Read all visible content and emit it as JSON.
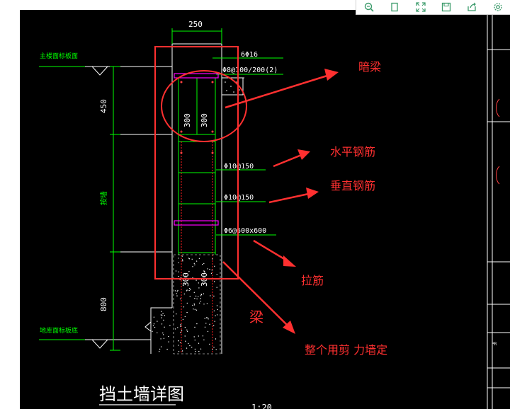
{
  "toolbar": {
    "icons": [
      "zoom-icon",
      "fit-page-icon",
      "fullscreen-icon",
      "save-icon",
      "share-icon",
      "gear-icon"
    ]
  },
  "drawing": {
    "dimensions": {
      "top_width": "250",
      "left_upper": "450",
      "left_middle": "按墙",
      "left_lower": "800",
      "beam_inner_left": "300",
      "beam_inner_right": "300",
      "lower_inner_left": "300",
      "lower_inner_right": "300"
    },
    "labels": {
      "top_floor": "主楼面标板面",
      "bottom_floor": "地库面标板底",
      "rebar_top": "6Φ16",
      "rebar_stirrup": "Φ8@100/200(2)",
      "rebar_horizontal": "Φ10@150",
      "rebar_vertical": "Φ10@150",
      "rebar_tie": "Φ6@600x600"
    },
    "title": "挡土墙详图",
    "scale": "1:20",
    "side_block": "PR"
  },
  "annotations": {
    "hidden_beam": "暗梁",
    "horizontal_rebar": "水平钢筋",
    "vertical_rebar": "垂直钢筋",
    "tie_rebar": "拉筋",
    "beam": "梁",
    "shear_wall": "整个用剪 力墙定"
  },
  "colors": {
    "background": "#000000",
    "cad_green": "#00ff00",
    "cad_white": "#ffffff",
    "annotation_red": "#ff3030",
    "rebar_magenta": "#ff00ff",
    "rebar_red": "#ff2020"
  }
}
